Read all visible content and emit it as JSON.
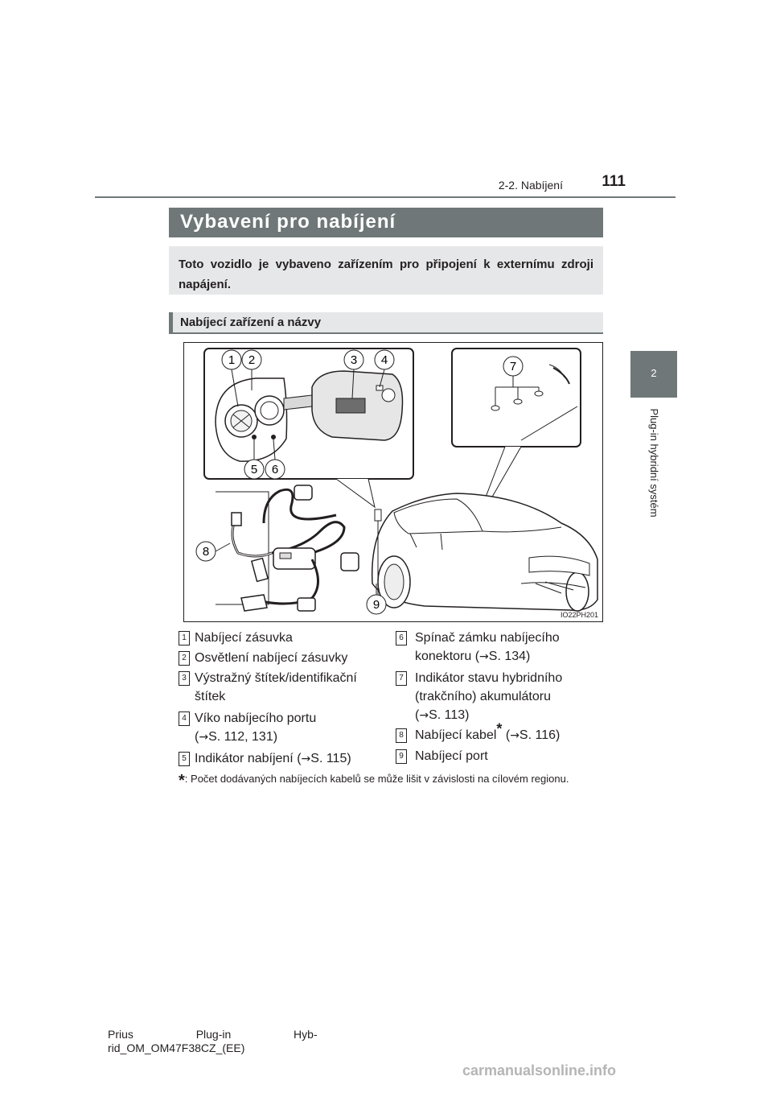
{
  "header": {
    "section": "2-2. Nabíjení",
    "page_number": "111"
  },
  "side_tab": {
    "number": "2",
    "chapter_title": "Plug-in hybridní systém"
  },
  "title": "Vybavení pro nabíjení",
  "intro": "Toto vozidlo je vybaveno zařízením pro připojení k externímu zdroji napájení.",
  "subheading": "Nabíjecí zařízení a názvy",
  "figure": {
    "code": "IO22PH201",
    "callouts": [
      "1",
      "2",
      "3",
      "4",
      "5",
      "6",
      "7",
      "8",
      "9"
    ]
  },
  "items_left": [
    {
      "num": "1",
      "text": "Nabíjecí zásuvka"
    },
    {
      "num": "2",
      "text": "Osvětlení nabíjecí zásuvky"
    },
    {
      "num": "3",
      "line1": "Výstražný štítek/identifikační",
      "line2": "štítek"
    },
    {
      "num": "4",
      "line1": "Víko nabíjecího portu",
      "ref": "S. 112, 131"
    },
    {
      "num": "5",
      "text": "Indikátor nabíjení (",
      "ref": "S. 115"
    }
  ],
  "items_right": [
    {
      "num": "6",
      "line1": "Spínač zámku nabíjecího",
      "line2": "konektoru (",
      "ref": "S. 134"
    },
    {
      "num": "7",
      "line1": "Indikátor stavu hybridního",
      "line2": "(trakčního) akumulátoru",
      "ref": "S. 113"
    },
    {
      "num": "8",
      "text": "Nabíjecí kabel",
      "ref": "S. 116"
    },
    {
      "num": "9",
      "text": "Nabíjecí port"
    }
  ],
  "arrow_symbol": "→",
  "footnote_marker": "*",
  "footnote": ": Počet dodávaných nabíjecích kabelů se může lišit v závislosti na cílovém regionu.",
  "footer": {
    "line1": "Prius                    Plug-in                    Hyb-",
    "line2": "rid_OM_OM47F38CZ_(EE)"
  },
  "watermark": "carmanualsonline.info"
}
